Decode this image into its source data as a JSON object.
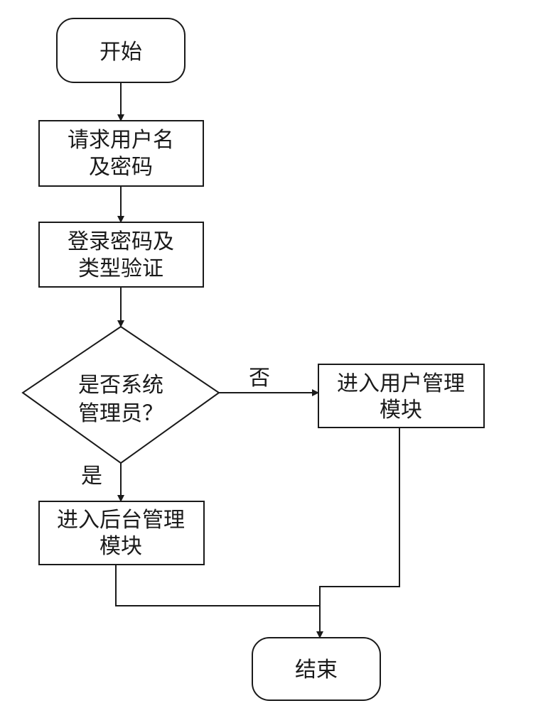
{
  "diagram": {
    "type": "flowchart",
    "nodes": {
      "start": {
        "shape": "terminator",
        "lines": [
          "开始"
        ]
      },
      "request": {
        "shape": "process",
        "lines": [
          "请求用户名",
          "及密码"
        ]
      },
      "verify": {
        "shape": "process",
        "lines": [
          "登录密码及",
          "类型验证"
        ]
      },
      "decision": {
        "shape": "decision",
        "lines": [
          "是否系统",
          "管理员？"
        ]
      },
      "user_module": {
        "shape": "process",
        "lines": [
          "进入用户管理",
          "模块"
        ]
      },
      "admin_module": {
        "shape": "process",
        "lines": [
          "进入后台管理",
          "模块"
        ]
      },
      "end": {
        "shape": "terminator",
        "lines": [
          "结束"
        ]
      }
    },
    "edges": [
      {
        "from": "start",
        "to": "request",
        "label": ""
      },
      {
        "from": "request",
        "to": "verify",
        "label": ""
      },
      {
        "from": "verify",
        "to": "decision",
        "label": ""
      },
      {
        "from": "decision",
        "to": "user_module",
        "label": "否"
      },
      {
        "from": "decision",
        "to": "admin_module",
        "label": "是"
      },
      {
        "from": "admin_module",
        "to": "end",
        "label": ""
      },
      {
        "from": "user_module",
        "to": "end",
        "label": ""
      }
    ],
    "colors": {
      "stroke": "#1a1a1a",
      "fill": "#ffffff",
      "text": "#1a1a1a"
    }
  }
}
